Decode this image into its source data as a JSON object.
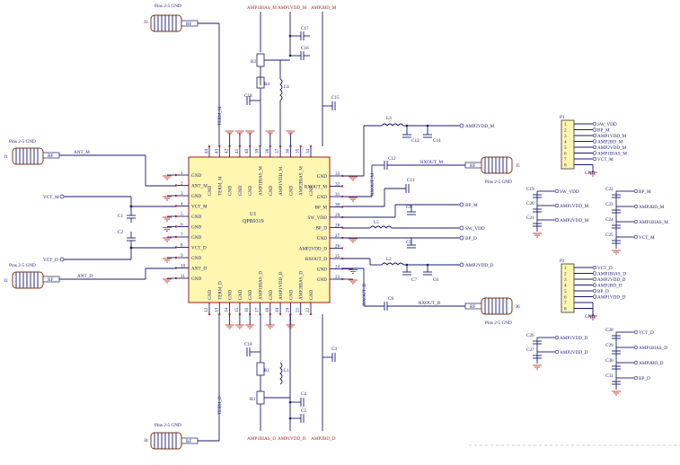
{
  "chip": {
    "ref": "U1",
    "part": "QPB9319",
    "left_pins": [
      {
        "n": "1",
        "name": "GND"
      },
      {
        "n": "2",
        "name": "ANT_M"
      },
      {
        "n": "3",
        "name": "GND"
      },
      {
        "n": "4",
        "name": "VCT_M"
      },
      {
        "n": "5",
        "name": "GND"
      },
      {
        "n": "6",
        "name": "GND"
      },
      {
        "n": "7",
        "name": "GND"
      },
      {
        "n": "8",
        "name": "VCT_D"
      },
      {
        "n": "9",
        "name": "GND"
      },
      {
        "n": "10",
        "name": "ANT_D"
      },
      {
        "n": "11",
        "name": "GND"
      }
    ],
    "right_pins": [
      {
        "n": "33",
        "name": "GND"
      },
      {
        "n": "32",
        "name": "RXOUT_M"
      },
      {
        "n": "31",
        "name": "GND"
      },
      {
        "n": "30",
        "name": "BP_M"
      },
      {
        "n": "29",
        "name": "SW_VDD"
      },
      {
        "n": "28",
        "name": "BP_D"
      },
      {
        "n": "27",
        "name": "GND"
      },
      {
        "n": "26",
        "name": "AMP2VDD_D"
      },
      {
        "n": "25",
        "name": "RXOUT_D"
      },
      {
        "n": "24",
        "name": "GND"
      },
      {
        "n": "23",
        "name": "GND"
      }
    ],
    "top_pins": [
      {
        "n": "44",
        "name": "GND"
      },
      {
        "n": "43",
        "name": "TERM_M"
      },
      {
        "n": "42",
        "name": "GND"
      },
      {
        "n": "41",
        "name": "GND"
      },
      {
        "n": "40",
        "name": "GND"
      },
      {
        "n": "39",
        "name": "AMP1BIAS_M"
      },
      {
        "n": "38",
        "name": "GND"
      },
      {
        "n": "37",
        "name": "AMP1VDD_M"
      },
      {
        "n": "36",
        "name": "GND"
      },
      {
        "n": "35",
        "name": "AMP2BIAS_M"
      },
      {
        "n": "34",
        "name": "GND"
      }
    ],
    "bottom_pins": [
      {
        "n": "12",
        "name": "GND"
      },
      {
        "n": "13",
        "name": "TERM_D"
      },
      {
        "n": "14",
        "name": "GND"
      },
      {
        "n": "15",
        "name": "GND"
      },
      {
        "n": "16",
        "name": "GND"
      },
      {
        "n": "17",
        "name": "AMP1BIAS_D"
      },
      {
        "n": "18",
        "name": "GND"
      },
      {
        "n": "19",
        "name": "AMP1VDD_D"
      },
      {
        "n": "20",
        "name": "GND"
      },
      {
        "n": "21",
        "name": "AMP2BIAS_D"
      },
      {
        "n": "22",
        "name": "GND"
      }
    ]
  },
  "connectors": {
    "j1": {
      "ref": "J1",
      "pins": "Pins 2-5 GND",
      "net": "ANT_M",
      "tag": "RF"
    },
    "j2": {
      "ref": "J2",
      "pins": "Pins 2-5 GND",
      "net": "ANT_D",
      "tag": "RF"
    },
    "j3": {
      "ref": "J3",
      "pins": "Pins 2-5 GND",
      "net": "TERM_M",
      "tag": "RF"
    },
    "j4": {
      "ref": "J4",
      "pins": "Pins 2-5 GND",
      "net": "TERM_D",
      "tag": "RF"
    },
    "j5": {
      "ref": "J5",
      "pins": "Pins 2-5 GND",
      "net": "RXOUT_M",
      "tag": "RF"
    },
    "j6": {
      "ref": "J6",
      "pins": "Pins 2-5 GND",
      "net": "RXOUT_D",
      "tag": "RF"
    }
  },
  "nets": {
    "top_bias_m": "AMP1BIAS_M",
    "top_vdd_m": "AMP1VDD_M",
    "top_amp2_m": "AMP2BD_M",
    "bot_bias_d": "AMP1BIAS_D",
    "bot_vdd_d": "AMP1VDD_D",
    "bot_amp2_d": "AMP2BD_D",
    "vct_m": "VCT_M",
    "vct_d": "VCT_D",
    "amp2vdd_m": "AMP2VDD_M",
    "bp_m": "BP_M",
    "sw_vdd": "SW_VDD",
    "bp_d": "BP_D",
    "amp2vdd_d": "AMP2VDD_D",
    "rxout_m": "RXOUT_M",
    "rxout_d": "RXOUT_D",
    "term_m": "TERM_M",
    "term_d": "TERM_D",
    "ant_m": "ANT_M",
    "ant_d": "ANT_D"
  },
  "parts": {
    "c1": "C1",
    "c2": "C2",
    "c3": "C3",
    "c4": "C4",
    "c5": "C5",
    "c6": "C6",
    "c7": "C7",
    "c8": "C8",
    "c9": "C9",
    "c10": "C10",
    "c11": "C11",
    "c12": "C12",
    "c13": "C13",
    "c14": "C14",
    "c15": "C15",
    "c16": "C16",
    "c17": "C17",
    "c18": "C18",
    "l1": "L1",
    "l2": "L2",
    "l3": "L3",
    "l4": "L4",
    "l5": "L5",
    "r1": "R1",
    "r2": "R2",
    "r3": "R3",
    "r4": "R4",
    "gnd": "GND"
  },
  "header_p1": {
    "ref": "P1",
    "nums": [
      "1",
      "2",
      "3",
      "4",
      "5",
      "6",
      "7",
      "8"
    ],
    "nets": [
      "SW_VDD",
      "BP_M",
      "AMP1VDD_M",
      "AMP2BD_M",
      "AMP2VDD_M",
      "AMP1BIAS_M",
      "VCT_M"
    ]
  },
  "header_p2": {
    "ref": "P2",
    "nums": [
      "1",
      "2",
      "3",
      "4",
      "5",
      "6",
      "7",
      "8"
    ],
    "nets": [
      "VCT_D",
      "AMP1BIAS_D",
      "AMP2VDD_D",
      "AMP2BD_D",
      "BP_D",
      "AMP1VDD_D"
    ]
  },
  "decoupling_m": {
    "left": [
      {
        "c": "C19",
        "net": "SW_VDD"
      },
      {
        "c": "C20",
        "net": "AMP1VDD_M"
      },
      {
        "c": "C21",
        "net": "AMP2VDD_M"
      }
    ],
    "right": [
      {
        "c": "C22",
        "net": "BP_M"
      },
      {
        "c": "C23",
        "net": "AMP2BD_M"
      },
      {
        "c": "C24",
        "net": "AMP1BIAS_M"
      },
      {
        "c": "C25",
        "net": "VCT_M"
      }
    ]
  },
  "decoupling_d": {
    "left": [
      {
        "c": "C26",
        "net": "AMP1VDD_D"
      },
      {
        "c": "C27",
        "net": "AMP2VDD_D"
      }
    ],
    "right": [
      {
        "c": "C28",
        "net": "VCT_D"
      },
      {
        "c": "C29",
        "net": "AMP1BIAS_D"
      },
      {
        "c": "C30",
        "net": "AMP2BD_D"
      },
      {
        "c": "C31",
        "net": "BP_D"
      }
    ]
  },
  "colors": {
    "wire": "#1a1a6e",
    "pin": "#c0392b",
    "chip": "#fff7b0",
    "coil": "#7a3b10"
  }
}
